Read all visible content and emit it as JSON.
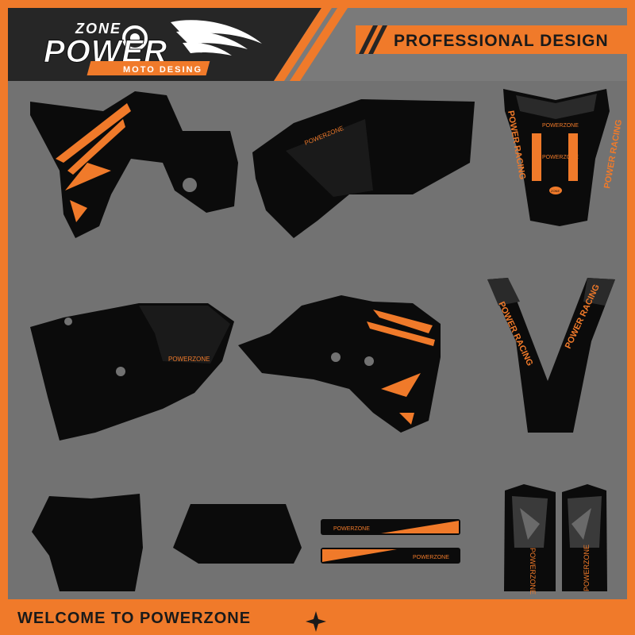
{
  "header": {
    "logo_top": "ZONE",
    "logo_main": "POWER",
    "logo_sub": "MOTO DESING",
    "tagline": "PROFESSIONAL DESIGN"
  },
  "decals": {
    "brand": "POWERZONE",
    "racing": "POWER RACING",
    "badge": "ZONE"
  },
  "footer": {
    "welcome": "WELCOME TO POWERZONE"
  },
  "colors": {
    "accent": "#f07a2a",
    "panel_bg": "#727272",
    "decal": "#0b0b0b",
    "header_dark": "#262626"
  },
  "icons": {
    "footer_star": "sparkle-icon"
  }
}
